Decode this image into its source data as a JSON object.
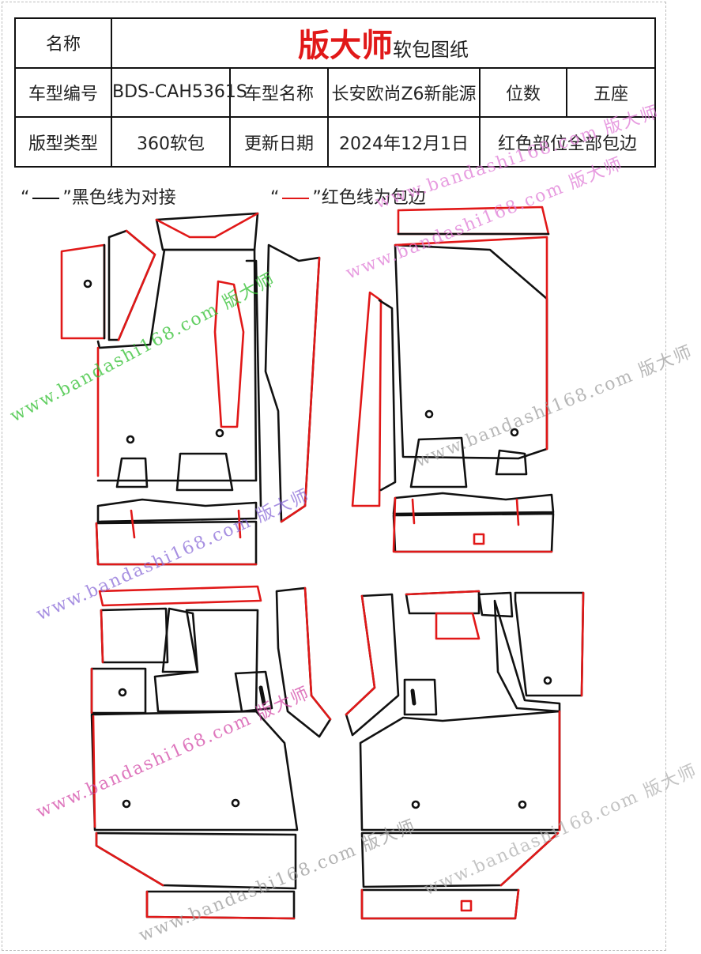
{
  "header": {
    "name_label": "名称",
    "brand": "版大师",
    "brand_suffix": "软包图纸",
    "model_code_label": "车型编号",
    "model_code": "BDS-CAH5361S",
    "model_name_label": "车型名称",
    "model_name": "长安欧尚Z6新能源",
    "seats_label": "位数",
    "seats": "五座",
    "type_label": "版型类型",
    "type": "360软包",
    "update_label": "更新日期",
    "update_date": "2024年12月1日",
    "note": "红色部位全部包边"
  },
  "legend": {
    "black_quote_open": "“",
    "black_text": "”黑色线为对接",
    "red_quote_open": "“",
    "red_text": "”红色线为包边"
  },
  "watermarks": [
    {
      "text": "www.bandashi168.com 版大师",
      "color": "#2fbf2f"
    },
    {
      "text": "www.bandashi168.com 版大师",
      "color": "#e07bd6"
    },
    {
      "text": "www.bandashi168.com 版大师",
      "color": "#e07bd6"
    },
    {
      "text": "www.bandashi168.com 版大师",
      "color": "#8a6bd8"
    },
    {
      "text": "www.bandashi168.com 版大师",
      "color": "#a0a0a0"
    },
    {
      "text": "www.bandashi168.com 版大师",
      "color": "#d44aa8"
    },
    {
      "text": "www.bandashi168.com 版大师",
      "color": "#9a9a9a"
    },
    {
      "text": "www.bandashi168.com 版大师",
      "color": "#b0b0b0"
    }
  ],
  "colors": {
    "edge_binding": "#e11818",
    "butt_joint": "#111111"
  }
}
